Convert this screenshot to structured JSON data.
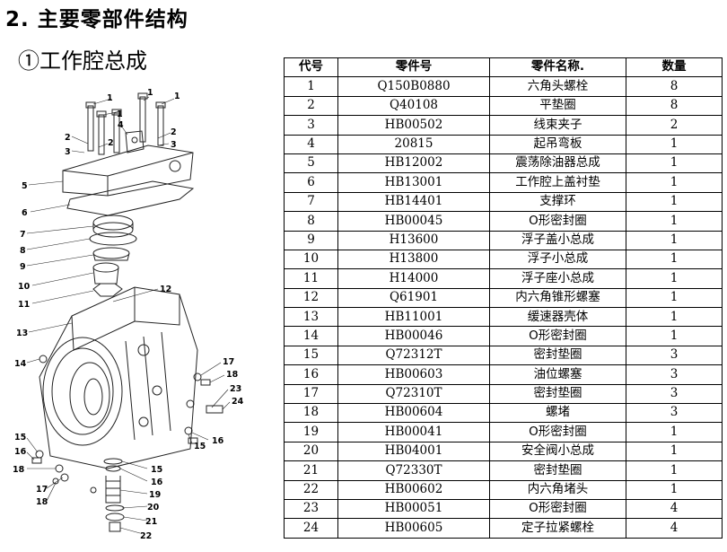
{
  "heading": "2. 主要零部件结构",
  "subheading": "①工作腔总成",
  "callouts": [
    "1",
    "1",
    "1",
    "1",
    "2",
    "2",
    "2",
    "3",
    "3",
    "4",
    "5",
    "6",
    "7",
    "8",
    "9",
    "10",
    "11",
    "12",
    "13",
    "14",
    "17",
    "18",
    "23",
    "24",
    "15",
    "16",
    "15",
    "16",
    "18",
    "17",
    "18",
    "15",
    "16",
    "19",
    "20",
    "21",
    "22"
  ],
  "table": {
    "headers": [
      "代号",
      "零件号",
      "零件名称.",
      "数量"
    ],
    "rows": [
      [
        "1",
        "Q150B0880",
        "六角头螺栓",
        "8"
      ],
      [
        "2",
        "Q40108",
        "平垫圈",
        "8"
      ],
      [
        "3",
        "HB00502",
        "线束夹子",
        "2"
      ],
      [
        "4",
        "20815",
        "起吊弯板",
        "1"
      ],
      [
        "5",
        "HB12002",
        "震荡除油器总成",
        "1"
      ],
      [
        "6",
        "HB13001",
        "工作腔上盖衬垫",
        "1"
      ],
      [
        "7",
        "HB14401",
        "支撑环",
        "1"
      ],
      [
        "8",
        "HB00045",
        "O形密封圈",
        "1"
      ],
      [
        "9",
        "H13600",
        "浮子盖小总成",
        "1"
      ],
      [
        "10",
        "H13800",
        "浮子小总成",
        "1"
      ],
      [
        "11",
        "H14000",
        "浮子座小总成",
        "1"
      ],
      [
        "12",
        "Q61901",
        "内六角锥形螺塞",
        "1"
      ],
      [
        "13",
        "HB11001",
        "缓速器壳体",
        "1"
      ],
      [
        "14",
        "HB00046",
        "O形密封圈",
        "1"
      ],
      [
        "15",
        "Q72312T",
        "密封垫圈",
        "3"
      ],
      [
        "16",
        "HB00603",
        "油位螺塞",
        "3"
      ],
      [
        "17",
        "Q72310T",
        "密封垫圈",
        "3"
      ],
      [
        "18",
        "HB00604",
        "螺堵",
        "3"
      ],
      [
        "19",
        "HB00041",
        "O形密封圈",
        "1"
      ],
      [
        "20",
        "HB04001",
        "安全阀小总成",
        "1"
      ],
      [
        "21",
        "Q72330T",
        "密封垫圈",
        "1"
      ],
      [
        "22",
        "HB00602",
        "内六角堵头",
        "1"
      ],
      [
        "23",
        "HB00051",
        "O形密封圈",
        "4"
      ],
      [
        "24",
        "HB00605",
        "定子拉紧螺栓",
        "4"
      ]
    ]
  }
}
